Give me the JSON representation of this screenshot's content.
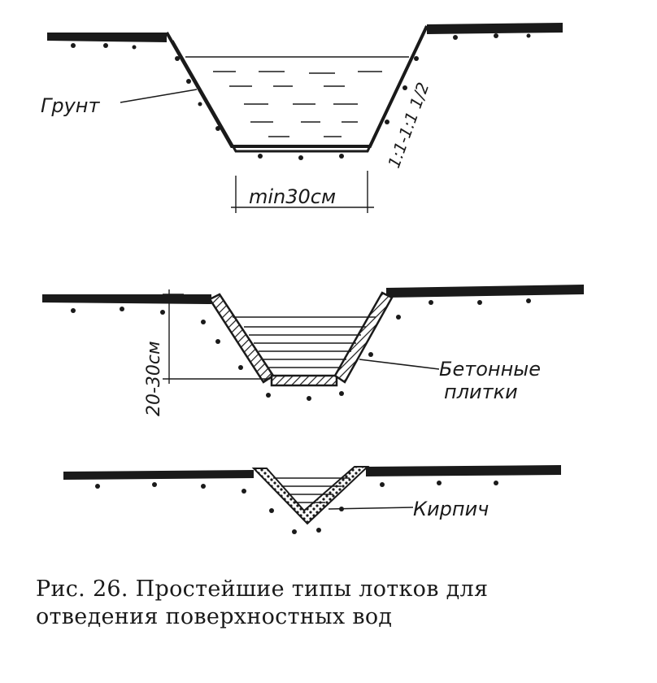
{
  "diagram": {
    "label_soil": "Грунт",
    "label_slope": "1:1-1:1 1/2",
    "label_min_width": "min30см",
    "label_depth": "20-30см",
    "label_concrete_1": "Бетонные",
    "label_concrete_2": "плитки",
    "label_brick": "Кирпич"
  },
  "caption": {
    "line1": "Рис. 26. Простейшие типы лотков для",
    "line2": "отведения поверхностных вод"
  }
}
